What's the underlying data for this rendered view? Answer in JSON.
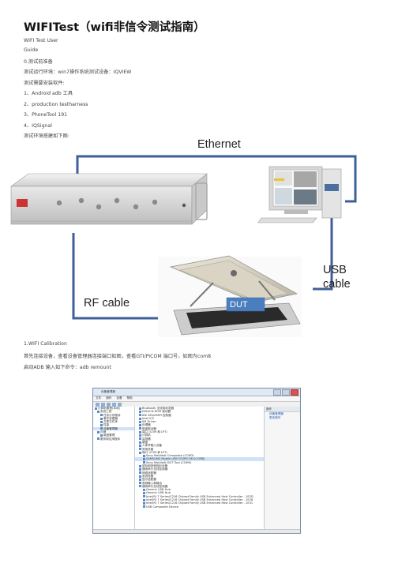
{
  "doc": {
    "title": "WIFITest（wifi非信令测试指南）",
    "lines": [
      "WIFI Test User",
      "Guide",
      "0.测试前准备",
      "测试运行环境：win7操作系统测试设备：IQVIEW",
      "测试需要安装软件:",
      "1、Android adb 工具",
      "2、production testharness",
      "3、PhoneTool 191",
      "4、IQSignal",
      "测试环境搭建如下图:"
    ],
    "section_lines": [
      "1.WIFI Calibration",
      "首先连接设备，查看设备管理器连接端口如图，查看GTI/PICOM 端口号，如图为com8",
      "启动ADB 输入如下命令：adb remount"
    ]
  },
  "diagram": {
    "ethernet_label": "Ethernet",
    "usb_label": "USB cable",
    "rf_label": "RF cable",
    "dut_label": "DUT",
    "cable_color": "#3f5f99",
    "dut_box_color": "#4a7ebf"
  },
  "screenshot": {
    "window_title": "设备管理器",
    "menu": [
      "文件",
      "操作",
      "查看",
      "帮助"
    ],
    "left_tree": [
      "计算机管理(本地)",
      "系统工具",
      "任务计划程序",
      "事件查看器",
      "共享文件夹",
      "性能",
      "设备管理器",
      "存储",
      "磁盘管理",
      "服务和应用程序"
    ],
    "device_tree": [
      "Bluetooth 无线电收发器",
      "DVD/CD-ROM 驱动器",
      "IDE ATA/ATAPI 控制器",
      "Intel ICS",
      "SM Driver",
      "处理器",
      "磁盘驱动器",
      "端口 (COM 和 LPT)",
      "计算机",
      "监视器",
      "键盘",
      "人体学输入设备",
      "其他设备",
      "端口 (COM 和 LPT)",
      "Sony MobileAt Composite (COM3)",
      "SAMSUNG Mobile USB GTI/PICOM (COM8)",
      "Sony MobileAt DOT Tool (COM9)",
      "鼠标和其他指针设备",
      "通用串行总线控制器",
      "网络适配器",
      "系统设备",
      "显示适配器",
      "音频输入和输出",
      "通用串行总线控制器",
      "Generic USB Hub",
      "Generic USB Hub",
      "Intel(R) 7 Series/C216 Chipset Family USB Enhanced Host Controller - 1E2D",
      "Intel(R) 7 Series/C216 Chipset Family USB Enhanced Host Controller - 1E26",
      "Intel(R) 7 Series/C216 Chipset Family USB Enhanced Host Controller - 1E31",
      "USB Composite Device"
    ],
    "selected_row": 15,
    "right_header": "操作",
    "right_items": [
      "设备管理器",
      "更多操作"
    ]
  }
}
